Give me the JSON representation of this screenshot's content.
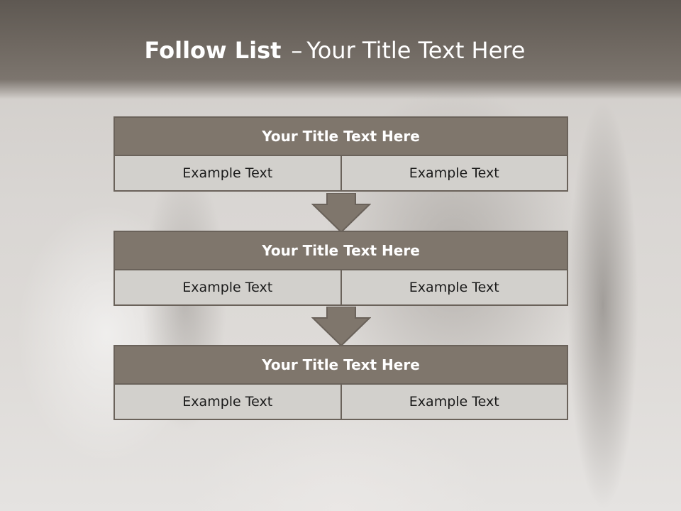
{
  "slide": {
    "title_bold": "Follow List",
    "title_dash": "–",
    "title_rest": "Your Title Text Here"
  },
  "colors": {
    "header": "#6f6861",
    "block_title_fill": "#7f766c",
    "cell_fill": "#d2d0cc",
    "border": "#6a625a"
  },
  "blocks": [
    {
      "title": "Your Title Text Here",
      "left": "Example Text",
      "right": "Example Text"
    },
    {
      "title": "Your Title Text Here",
      "left": "Example Text",
      "right": "Example Text"
    },
    {
      "title": "Your Title Text Here",
      "left": "Example Text",
      "right": "Example Text"
    }
  ]
}
